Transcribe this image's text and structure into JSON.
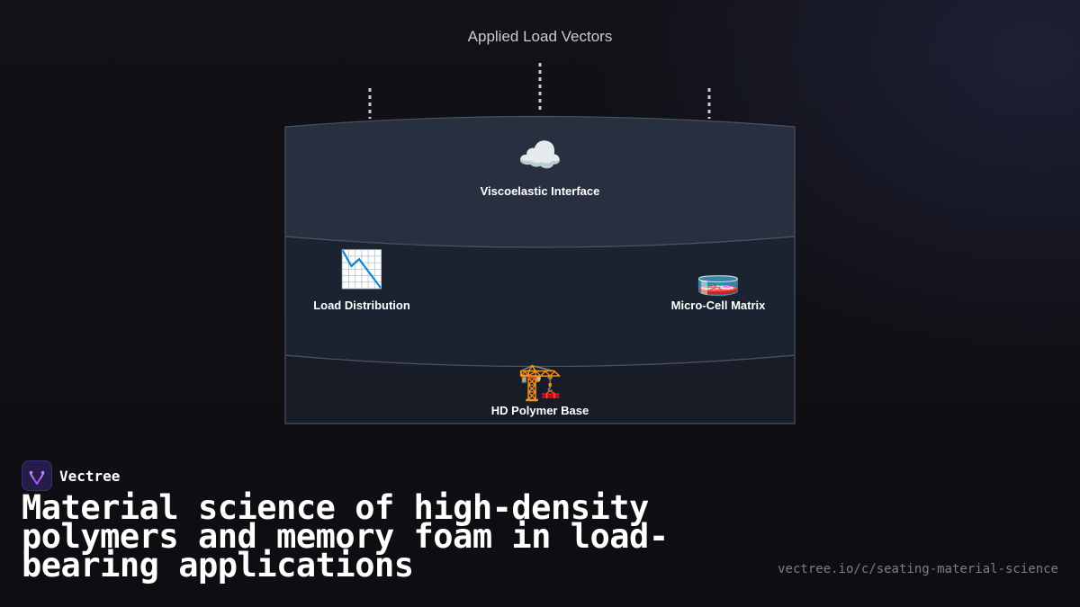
{
  "diagram": {
    "title": "Applied Load Vectors",
    "nodes": [
      {
        "id": "viscoelastic",
        "label": "Viscoelastic Interface",
        "icon": "cloud-icon",
        "glyph": "☁️"
      },
      {
        "id": "load-distribution",
        "label": "Load Distribution",
        "icon": "chart-decreasing-icon",
        "glyph": "📉"
      },
      {
        "id": "micro-cell",
        "label": "Micro-Cell Matrix",
        "icon": "petri-dish-icon",
        "glyph": "🧫"
      },
      {
        "id": "hd-polymer",
        "label": "HD Polymer Base",
        "icon": "construction-crane-icon",
        "glyph": "🏗️"
      }
    ],
    "colors": {
      "top_layer": "#28303f",
      "middle_layer": "#1b2330",
      "bottom_layer": "#181c27",
      "border": "#4a5263",
      "arrows": "#c9ccd6"
    }
  },
  "brand": {
    "name": "Vectree",
    "logo_color": "#241d4a",
    "accent": "#a855f7"
  },
  "headline": "Material science of high-density polymers and memory foam in load-bearing applications",
  "source_url": "vectree.io/c/seating-material-science"
}
